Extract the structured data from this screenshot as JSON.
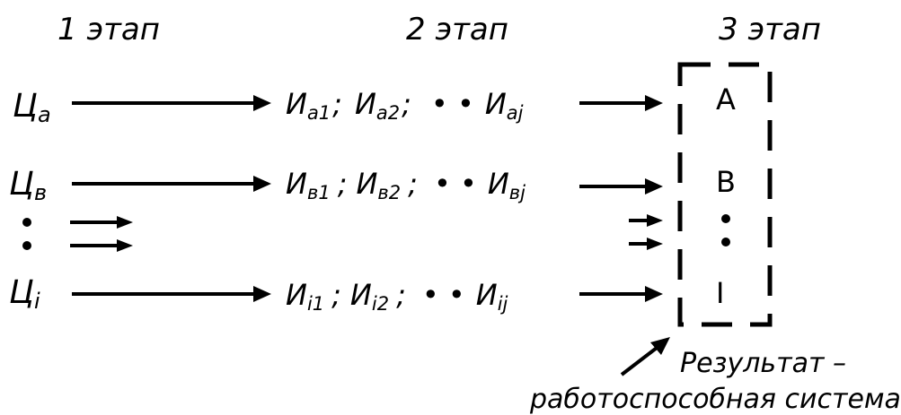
{
  "stages": [
    "1 этап",
    "2 этап",
    "3 этап"
  ],
  "goals": [
    {
      "letter": "Ц",
      "sub": "a"
    },
    {
      "letter": "Ц",
      "sub": "в"
    },
    {
      "letter": "Ц",
      "sub": "i"
    }
  ],
  "tasks": [
    [
      {
        "letter": "И",
        "sub": "a1"
      },
      {
        "letter": "И",
        "sub": "a2"
      },
      {
        "letter": "И",
        "sub": "aj"
      }
    ],
    [
      {
        "letter": "И",
        "sub": "в1"
      },
      {
        "letter": "И",
        "sub": "в2"
      },
      {
        "letter": "И",
        "sub": "вj"
      }
    ],
    [
      {
        "letter": "И",
        "sub": "i1"
      },
      {
        "letter": "И",
        "sub": "i2"
      },
      {
        "letter": "И",
        "sub": "ij"
      }
    ]
  ],
  "separator": ";",
  "ellipsis": "• •",
  "results": [
    "A",
    "B",
    "I"
  ],
  "result_note": {
    "line1": "Результат –",
    "line2": "работоспособная система"
  }
}
